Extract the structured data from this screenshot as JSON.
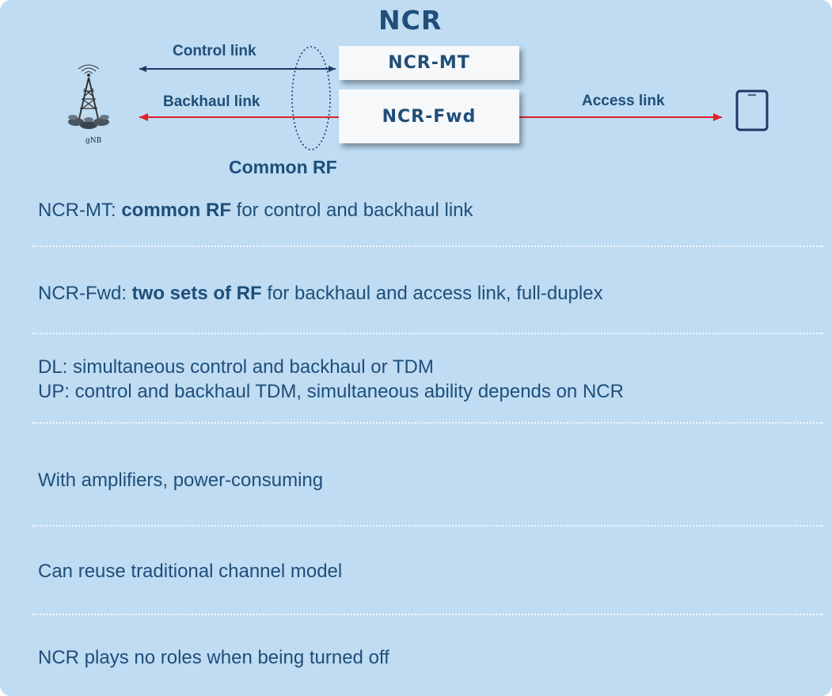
{
  "diagram": {
    "title": "NCR",
    "box_mt": "NCR-MT",
    "box_fwd": "NCR-Fwd",
    "control_link": "Control link",
    "backhaul_link": "Backhaul link",
    "access_link": "Access link",
    "common_rf": "Common RF",
    "gnb_label": "gNB"
  },
  "rows": [
    {
      "pre": "NCR-MT: ",
      "bold": "common RF",
      "post": " for control and backhaul link"
    },
    {
      "pre": "NCR-Fwd: ",
      "bold": "two sets of RF",
      "post": " for backhaul and access link, full-duplex"
    },
    {
      "line1": "DL: simultaneous control and backhaul or TDM",
      "line2": "UP: control and backhaul TDM, simultaneous ability depends on NCR"
    },
    {
      "text": "With amplifiers, power-consuming"
    },
    {
      "text": "Can reuse traditional channel model"
    },
    {
      "text": "NCR plays no roles when being turned off"
    }
  ],
  "colors": {
    "panel": "#bfdcf3",
    "text": "#1f4e79",
    "control_arrow": "#1f3864",
    "red_arrow": "#e0202a"
  }
}
